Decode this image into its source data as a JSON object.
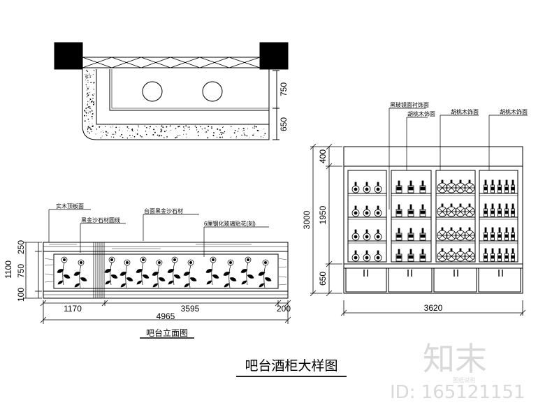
{
  "title": "吧台酒柜大样图",
  "bar_elevation": {
    "caption": "吧台立面图",
    "dims_bottom": [
      "1170",
      "3595",
      "200"
    ],
    "dim_total": "4965",
    "dims_left": [
      "250",
      "750",
      "100"
    ],
    "dim_left_total": "1100",
    "callouts": [
      "实木顶板面",
      "黑金沙石材圆线",
      "台面黑金沙石材",
      "6厘钢化玻璃贴花(刻)"
    ]
  },
  "bar_plan": {
    "dims_right": [
      "750",
      "650"
    ]
  },
  "wine_cabinet": {
    "dims_left": [
      "400",
      "1950",
      "650"
    ],
    "dim_left_total": "3000",
    "dim_width": "3620",
    "callouts": [
      "黑玻镜面衬饰面",
      "胡桃木饰面",
      "胡桃木饰面",
      "胡桃木饰面"
    ]
  },
  "watermark": {
    "logo_text": "知末",
    "id_text": "ID: 165121151",
    "small_text": "图纸说明"
  }
}
